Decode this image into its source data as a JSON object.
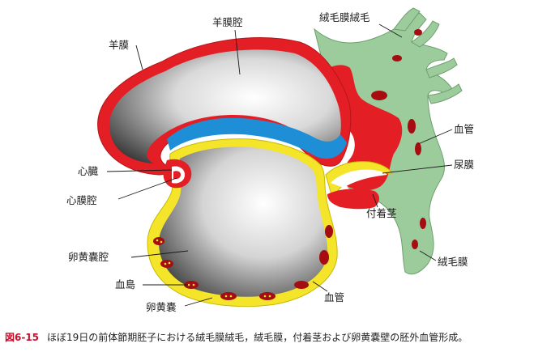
{
  "labels": {
    "chorionic_villi": "絨毛膜絨毛",
    "amniotic_cavity": "羊膜腔",
    "amnion": "羊膜",
    "heart": "心臓",
    "pericardial_cavity": "心膜腔",
    "blood_vessel_upper": "血管",
    "allantois": "尿膜",
    "connecting_stalk": "付着茎",
    "yolk_sac_cavity": "卵黄嚢腔",
    "chorion": "絨毛膜",
    "blood_island": "血島",
    "yolk_sac": "卵黄嚢",
    "blood_vessel_lower": "血管"
  },
  "caption": {
    "number": "図6-15",
    "text": "ほぼ19日の前体節期胚子における絨毛膜絨毛，絨毛膜，付着茎および卵黄嚢壁の胚外血管形成。"
  },
  "colors": {
    "amnion_red": "#e31e24",
    "chorion_green": "#9ccc9c",
    "ectoderm_blue": "#1e8fd6",
    "yolk_yellow": "#f5e52a",
    "vessel_dark_red": "#a50d12"
  }
}
